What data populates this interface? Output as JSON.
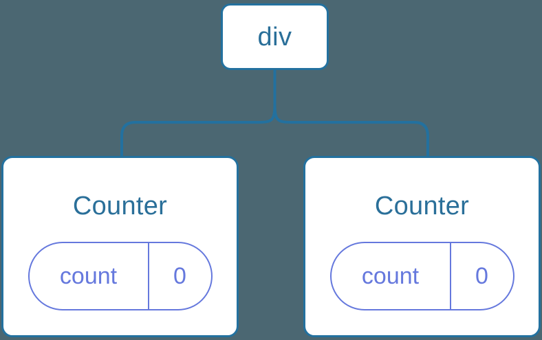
{
  "diagram": {
    "background_color": "#4b6772",
    "type": "component-tree",
    "root": {
      "label": "div",
      "box_color": "#ffffff",
      "border_color": "#23719f",
      "text_color": "#2a6f99"
    },
    "connector": {
      "color": "#23719f",
      "style": "orthogonal-rounded",
      "branches": 2
    },
    "children": [
      {
        "title": "Counter",
        "title_color": "#2a6f99",
        "state": {
          "key": "count",
          "value": "0",
          "accent_color": "#6578dd"
        }
      },
      {
        "title": "Counter",
        "title_color": "#2a6f99",
        "state": {
          "key": "count",
          "value": "0",
          "accent_color": "#6578dd"
        }
      }
    ]
  }
}
